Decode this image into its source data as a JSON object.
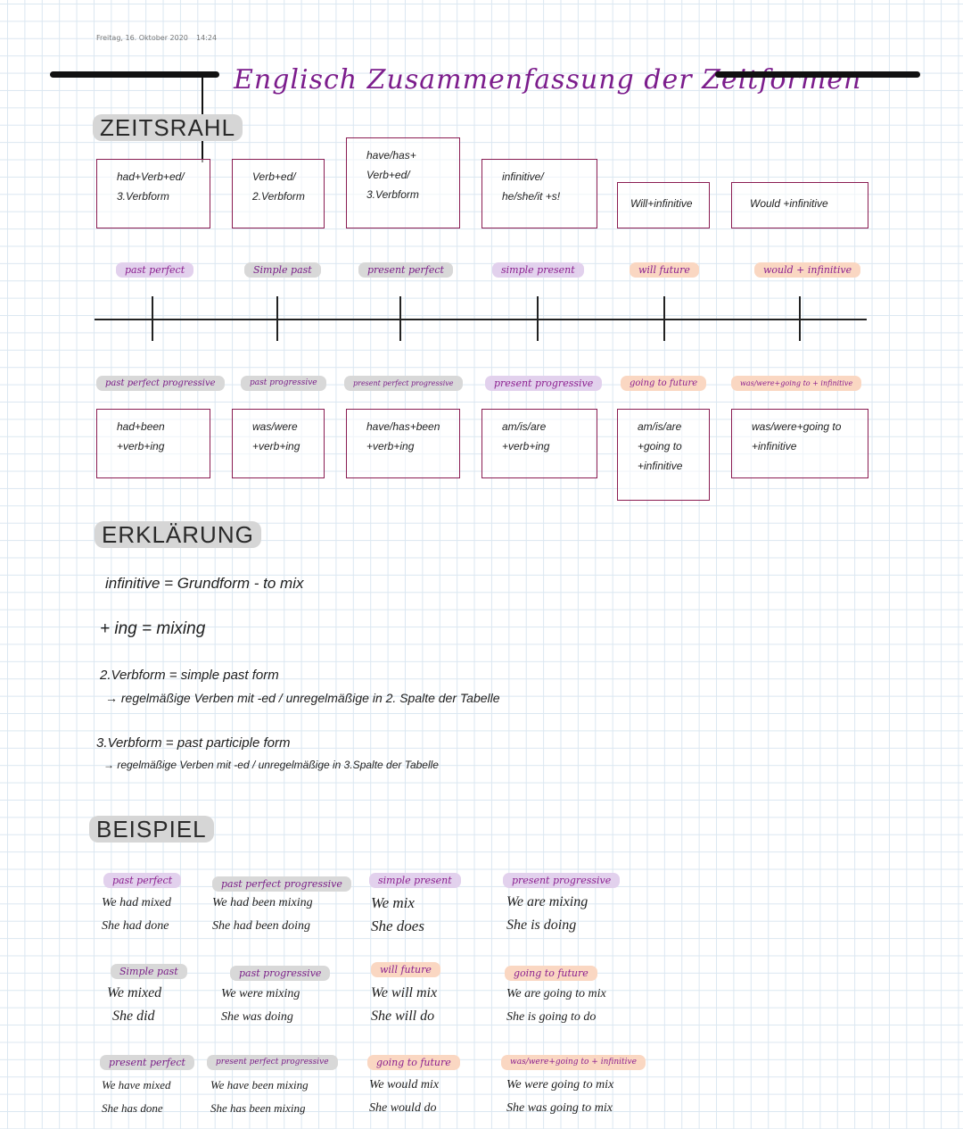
{
  "header": {
    "date": "Freitag, 16. Oktober 2020",
    "time": "14:24"
  },
  "title": "Englisch Zusammenfassung der Zeitformen",
  "sections": {
    "timeline": "ZEITSRAHL",
    "explanation": "ERKLÄRUNG",
    "example": "BEISPIEL"
  },
  "top_boxes": [
    {
      "line1": "had+Verb+ed/",
      "line2": "3.Verbform"
    },
    {
      "line1": "Verb+ed/",
      "line2": "2.Verbform"
    },
    {
      "line1": "have/has+",
      "line2": "Verb+ed/",
      "line3": "3.Verbform"
    },
    {
      "line1": "infinitive/",
      "line2": "he/she/it +s!"
    },
    {
      "line1": "Will+infinitive"
    },
    {
      "line1": "Would +infinitive"
    }
  ],
  "top_labels": [
    "past perfect",
    "Simple past",
    "present perfect",
    "simple present",
    "will future",
    "would + infinitive"
  ],
  "bottom_labels": [
    "past perfect progressive",
    "past progressive",
    "present perfect progressive",
    "present progressive",
    "going to future",
    "was/were+going to + infinitive"
  ],
  "bottom_boxes": [
    {
      "line1": "had+been",
      "line2": "+verb+ing"
    },
    {
      "line1": "was/were",
      "line2": "+verb+ing"
    },
    {
      "line1": "have/has+been",
      "line2": "+verb+ing"
    },
    {
      "line1": "am/is/are",
      "line2": "+verb+ing"
    },
    {
      "line1": "am/is/are",
      "line2": "+going to",
      "line3": "+infinitive"
    },
    {
      "line1": "was/were+going to",
      "line2": "+infinitive"
    }
  ],
  "explanation": {
    "line1": "infinitive = Grundform - to mix",
    "line2": "+ ing = mixing",
    "line3": "2.Verbform = simple past form",
    "line4": "→ regelmäßige Verben mit -ed / unregelmäßige in 2. Spalte der Tabelle",
    "line5": "3.Verbform = past participle form",
    "line6": "→ regelmäßige Verben mit -ed / unregelmäßige in 3.Spalte der Tabelle"
  },
  "examples": [
    {
      "label": "past perfect",
      "s1": "We had mixed",
      "s2": "She had done"
    },
    {
      "label": "past perfect progressive",
      "s1": "We had been mixing",
      "s2": "She had been doing"
    },
    {
      "label": "simple present",
      "s1": "We mix",
      "s2": "She does"
    },
    {
      "label": "present progressive",
      "s1": "We are mixing",
      "s2": "She is doing"
    },
    {
      "label": "Simple past",
      "s1": "We mixed",
      "s2": "She did"
    },
    {
      "label": "past progressive",
      "s1": "We were mixing",
      "s2": "She was doing"
    },
    {
      "label": "will future",
      "s1": "We will mix",
      "s2": "She will do"
    },
    {
      "label": "going to future",
      "s1": "We are going to mix",
      "s2": "She is going to do"
    },
    {
      "label": "present perfect",
      "s1": "We have mixed",
      "s2": "She has done"
    },
    {
      "label": "present perfect progressive",
      "s1": "We have been mixing",
      "s2": "She has been mixing"
    },
    {
      "label": "going to future",
      "s1": "We would mix",
      "s2": "She would do"
    },
    {
      "label": "was/were+going to + infinitive",
      "s1": "We were going to mix",
      "s2": "She was going to mix"
    }
  ],
  "colors": {
    "accent": "#7c1d8c",
    "box_border": "#8a1c52",
    "highlight_purple": "#e2d1ed",
    "highlight_orange": "#fad7c2",
    "highlight_gray": "#d8d8d8"
  }
}
